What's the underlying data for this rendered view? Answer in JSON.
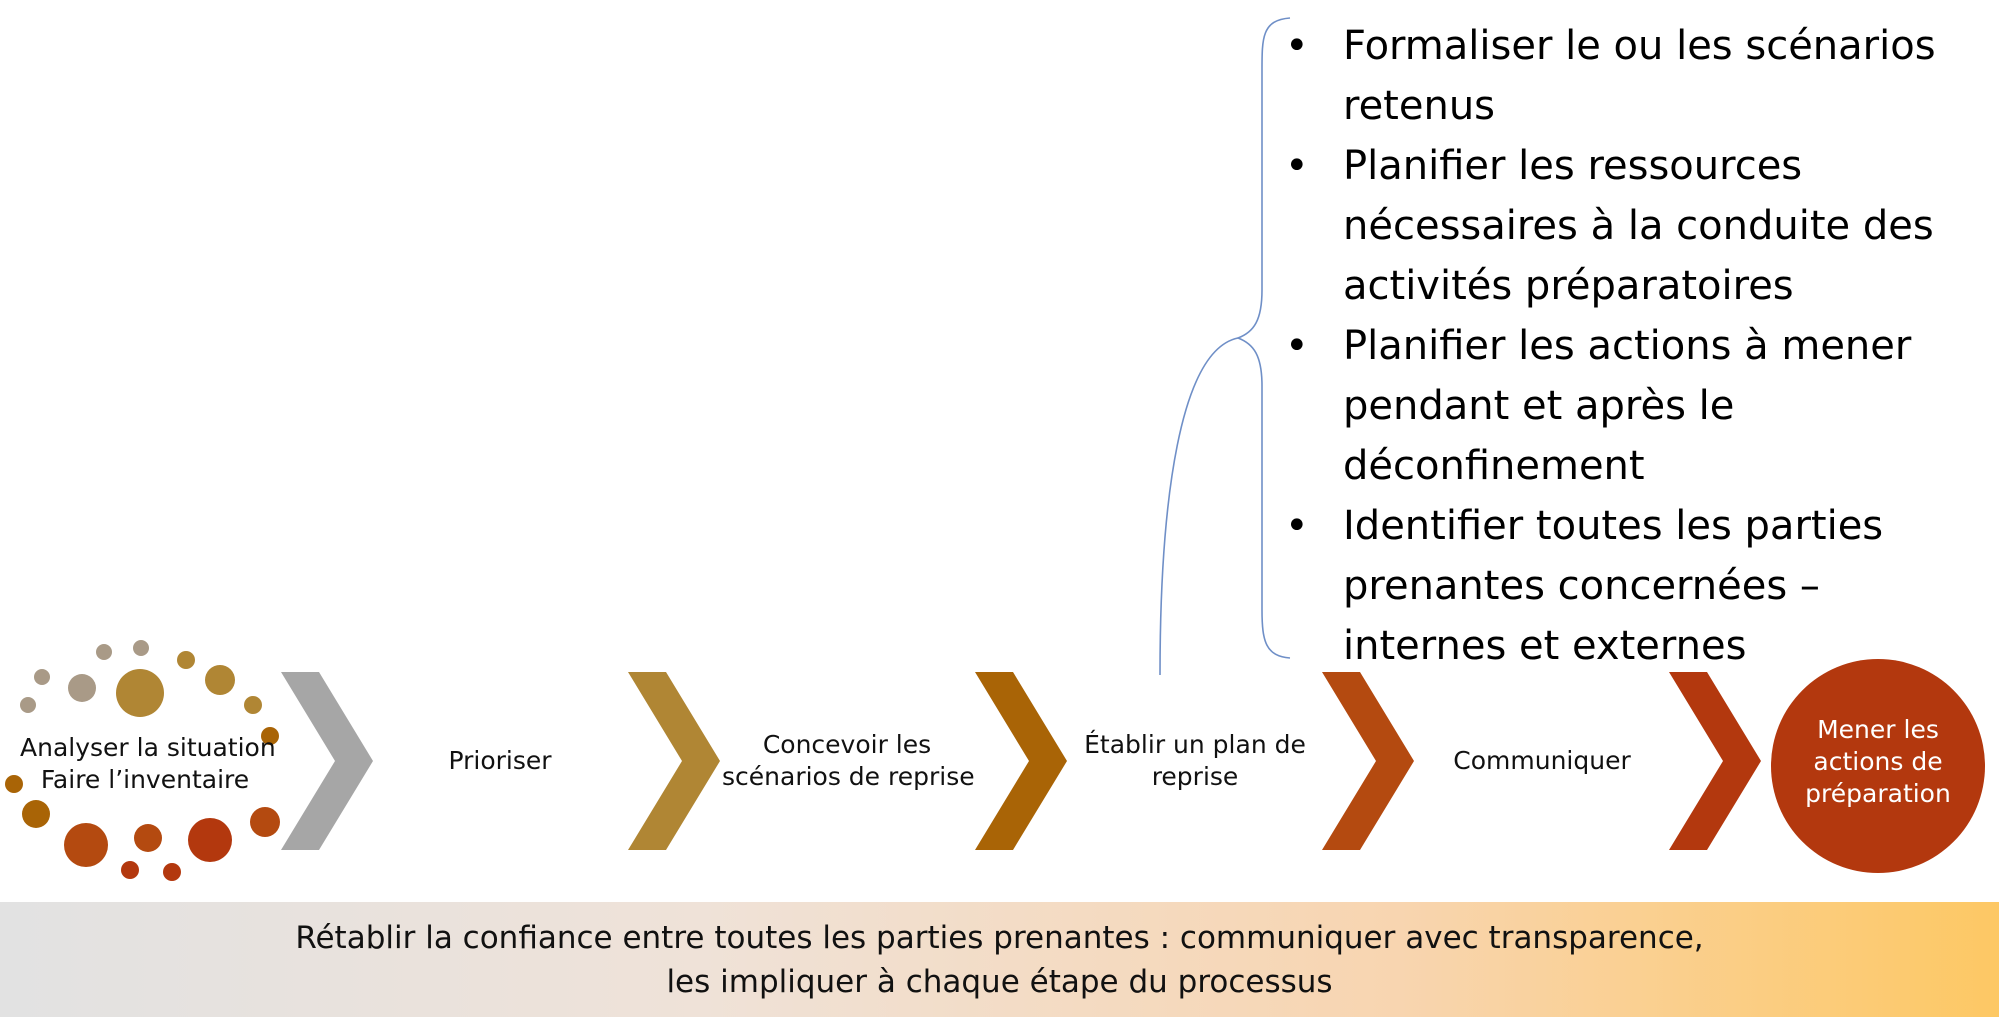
{
  "steps": [
    {
      "lines": [
        "Analyser la situation",
        "Faire l’inventaire"
      ],
      "chevron_color": "#a6a6a6"
    },
    {
      "lines": [
        "Prioriser"
      ],
      "chevron_color": "#b08634"
    },
    {
      "lines": [
        "Concevoir les",
        "scénarios de reprise"
      ],
      "chevron_color": "#a96406"
    },
    {
      "lines": [
        "Établir un plan de",
        "reprise"
      ],
      "chevron_color": "#b44a10"
    },
    {
      "lines": [
        "Communiquer"
      ],
      "chevron_color": "#b3380e"
    }
  ],
  "final_step": {
    "lines": [
      "Mener les",
      "actions de",
      "préparation"
    ],
    "color": "#b3380e"
  },
  "bullets": [
    "Formaliser le ou les scénarios retenus",
    "Planifier les ressources nécessaires à la conduite des activités préparatoires",
    "Planifier les actions à mener pendant et après le déconfinement",
    "Identifier toutes les parties prenantes concernées – internes et externes"
  ],
  "banner": {
    "line1": "Rétablir la confiance entre toutes les parties prenantes : communiquer avec transparence,",
    "line2": "les impliquer à chaque étape du processus"
  },
  "colors": {
    "brace": "#6f8fc7",
    "dots": [
      "#a99a87",
      "#b08634",
      "#a96406",
      "#b44a10",
      "#b3380e"
    ]
  }
}
